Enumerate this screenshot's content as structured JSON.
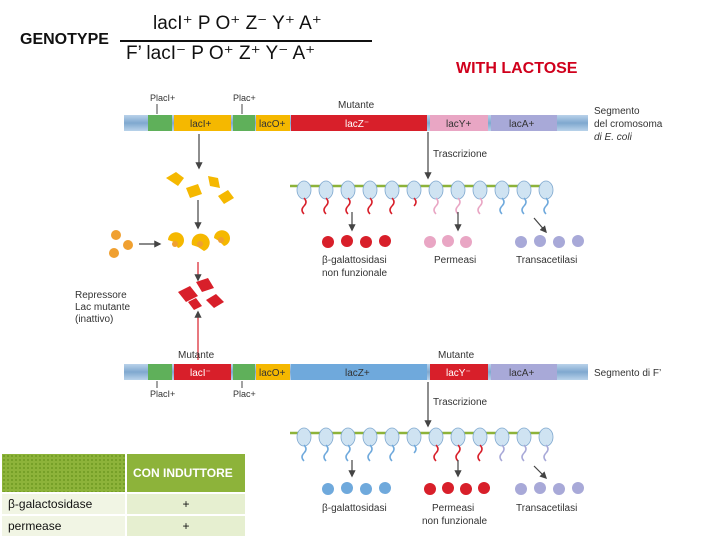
{
  "genotype": {
    "label": "GENOTYPE",
    "line1": "lacI⁺  P O⁺ Z⁻ Y⁺ A⁺",
    "line2": "F’ lacI⁻  P O⁺ Z⁺ Y⁻ A⁺"
  },
  "condition": "WITH LACTOSE",
  "chromosome": {
    "promoter_labels": [
      "PlacI+",
      "Plac+"
    ],
    "mutant_label": "Mutante",
    "segments": [
      "lacI+",
      "lacO+",
      "lacZ⁻",
      "lacY+",
      "lacA+"
    ],
    "segment_label": [
      "Segmento",
      "del cromosoma",
      "di E. coli"
    ],
    "transcription_label": "Trascrizione",
    "products": [
      "β-galattosidasi",
      "non funzionale",
      "Permeasi",
      "Transacetilasi"
    ]
  },
  "repressor_label": [
    "Repressore",
    "Lac mutante",
    "(inattivo)"
  ],
  "episome": {
    "mutant_label_left": "Mutante",
    "mutant_label_right": "Mutante",
    "promoter_labels": [
      "PlacI+",
      "Plac+"
    ],
    "segments": [
      "lacI⁻",
      "lacO+",
      "lacZ+",
      "lacY⁻",
      "lacA+"
    ],
    "segment_label": "Segmento di F’",
    "transcription_label": "Trascrizione",
    "products": [
      "β-galattosidasi",
      "Permeasi",
      "non funzionale",
      "Transacetilasi"
    ]
  },
  "colors": {
    "red": "#d81f2a",
    "yellow": "#f5b800",
    "green": "#5fb05a",
    "pink": "#e9a6c4",
    "lavender": "#a8a9d8",
    "blue": "#6fa9dc",
    "bar": "#8db33a"
  },
  "table": {
    "header": "CON INDUTTORE",
    "rows": [
      {
        "label": "β-galactosidase",
        "value": "+"
      },
      {
        "label": "permease",
        "value": "+"
      }
    ]
  }
}
